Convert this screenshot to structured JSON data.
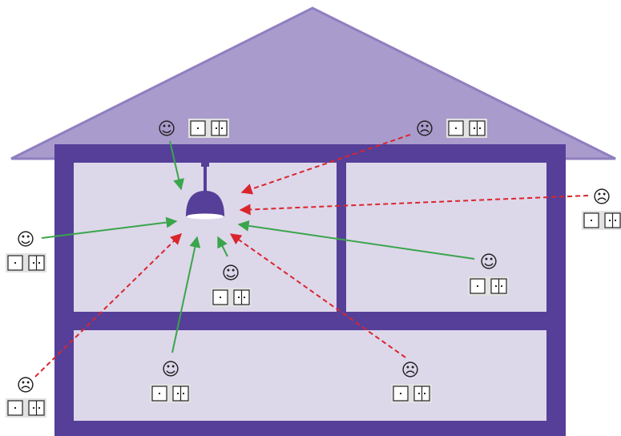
{
  "colors": {
    "roof_fill": "#a99bcc",
    "roof_stroke": "#8e7fc0",
    "wall": "#553f99",
    "room": "#ddd7ea",
    "lamp": "#553f99",
    "good_arrow": "#3aa54b",
    "bad_arrow": "#d9262d",
    "switch_bg": "#e2e2e2",
    "switch_border": "#222222"
  },
  "icons": {
    "happy": "smiley-face-icon",
    "sad": "sad-face-icon",
    "switch": "light-switch-icon",
    "lamp": "ceiling-lamp-icon"
  },
  "faces": {
    "happy": "☺",
    "sad": "☹"
  },
  "nodes": [
    {
      "id": "node-top-left-roof",
      "mood": "happy"
    },
    {
      "id": "node-top-right-roof",
      "mood": "sad"
    },
    {
      "id": "node-left-upper",
      "mood": "happy"
    },
    {
      "id": "node-right-outside",
      "mood": "sad"
    },
    {
      "id": "node-center-below-lamp",
      "mood": "happy"
    },
    {
      "id": "node-right-room",
      "mood": "happy"
    },
    {
      "id": "node-left-lower",
      "mood": "sad"
    },
    {
      "id": "node-downstairs-left",
      "mood": "happy"
    },
    {
      "id": "node-downstairs-right",
      "mood": "sad"
    }
  ]
}
